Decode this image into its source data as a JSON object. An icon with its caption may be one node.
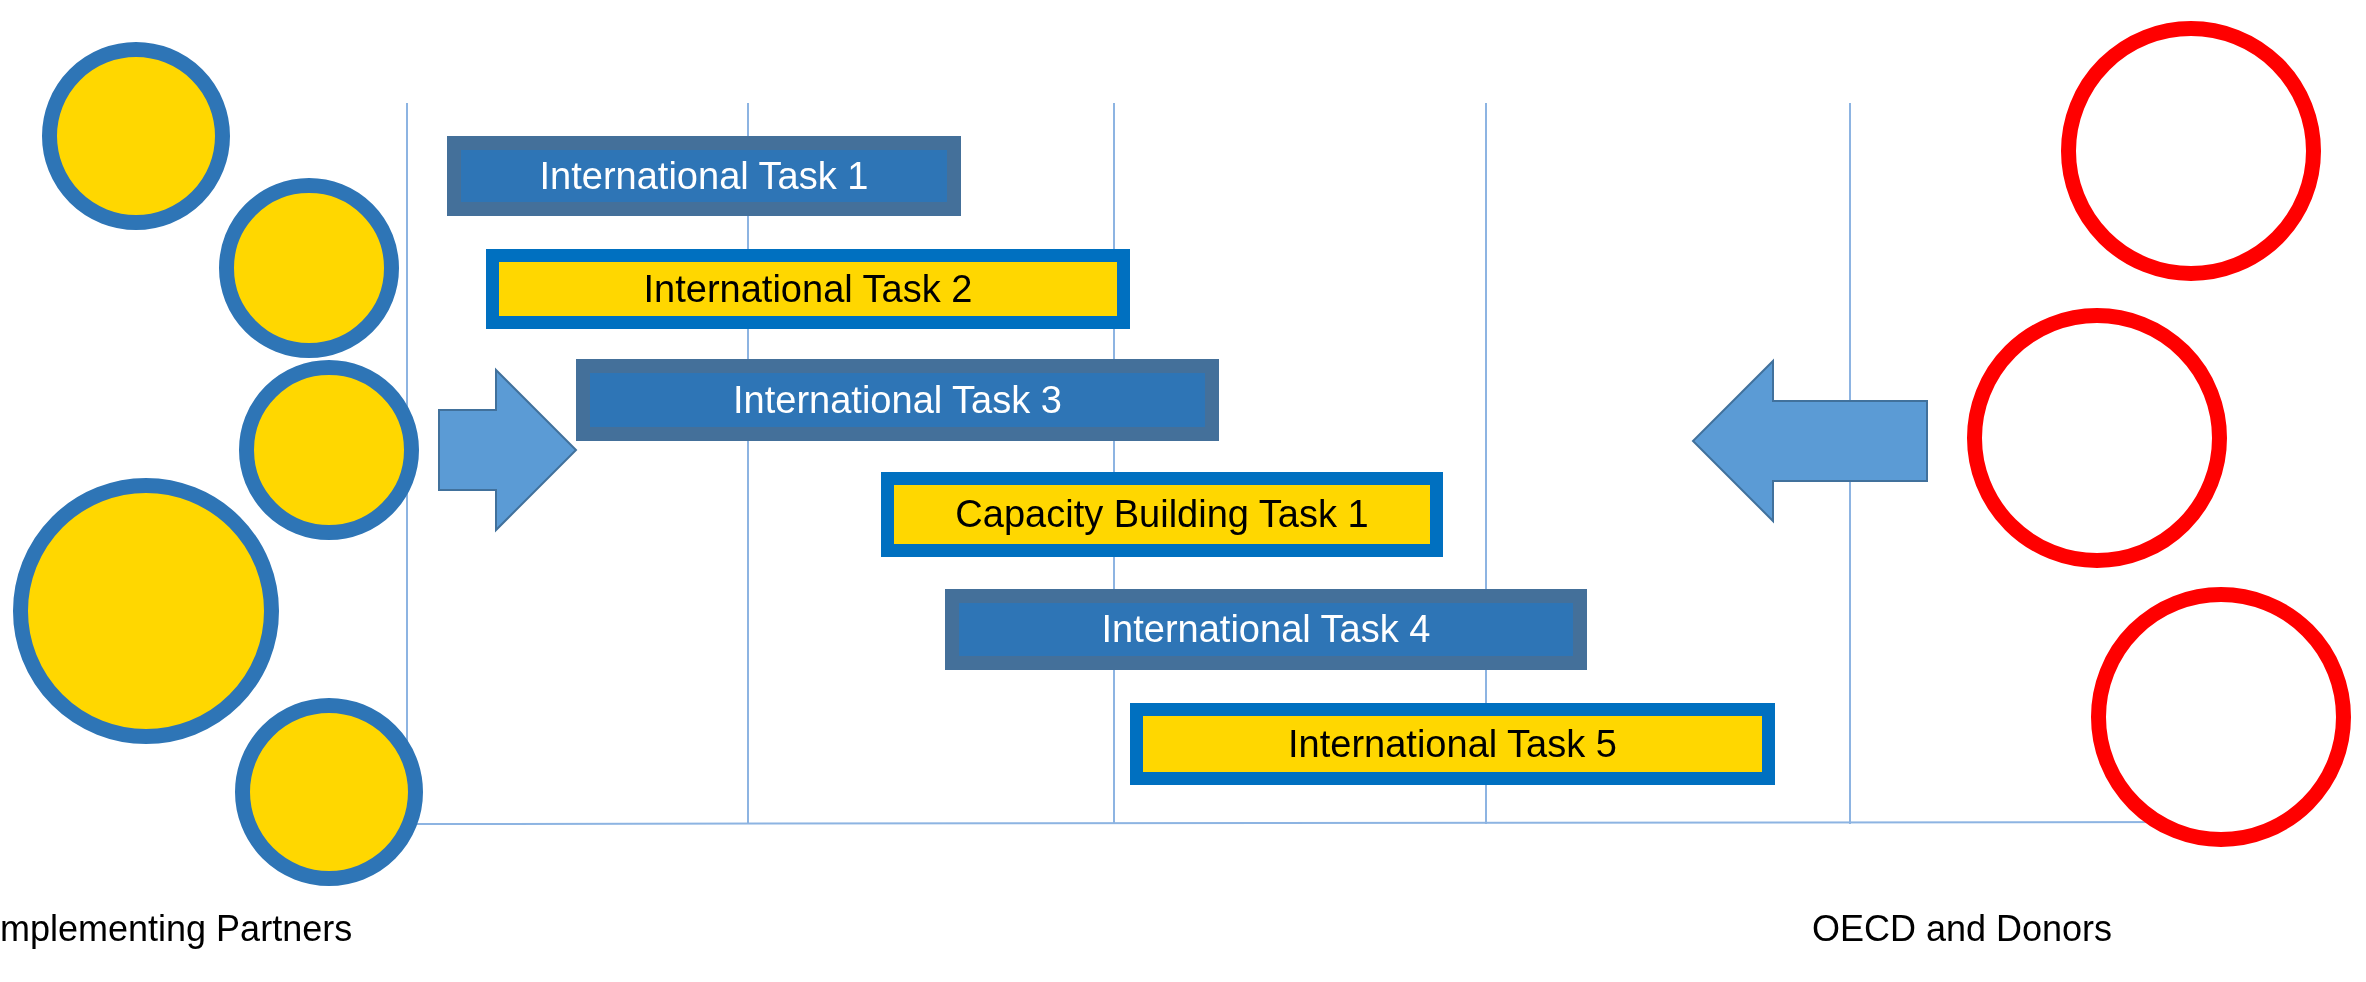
{
  "diagram": {
    "nodes": [
      {
        "text": [],
        "shape": "circle"
      },
      {
        "text": [],
        "shape": "circle"
      },
      {
        "text": [],
        "shape": "circle"
      },
      {
        "text": [],
        "shape": "circle"
      },
      {
        "text": [],
        "shape": "circle"
      },
      {
        "text": [
          "International Task 1"
        ]
      },
      {
        "text": [
          "International Task 2"
        ]
      },
      {
        "text": [
          "International Task 3"
        ]
      },
      {
        "text": [
          "Capacity Building Task 1"
        ]
      },
      {
        "text": [
          "International Task 4"
        ]
      },
      {
        "text": [
          "International Task 5"
        ]
      },
      {
        "text": [],
        "shape": "circle"
      },
      {
        "text": [],
        "shape": "circle"
      },
      {
        "text": [],
        "shape": "circle"
      }
    ],
    "edges": [
      {
        "from": 2,
        "to": 7,
        "arrow": "to"
      },
      {
        "from": 12,
        "to": null,
        "arrow": "to"
      }
    ],
    "labels": [
      "mplementing Partners",
      "OECD and Donors"
    ]
  }
}
